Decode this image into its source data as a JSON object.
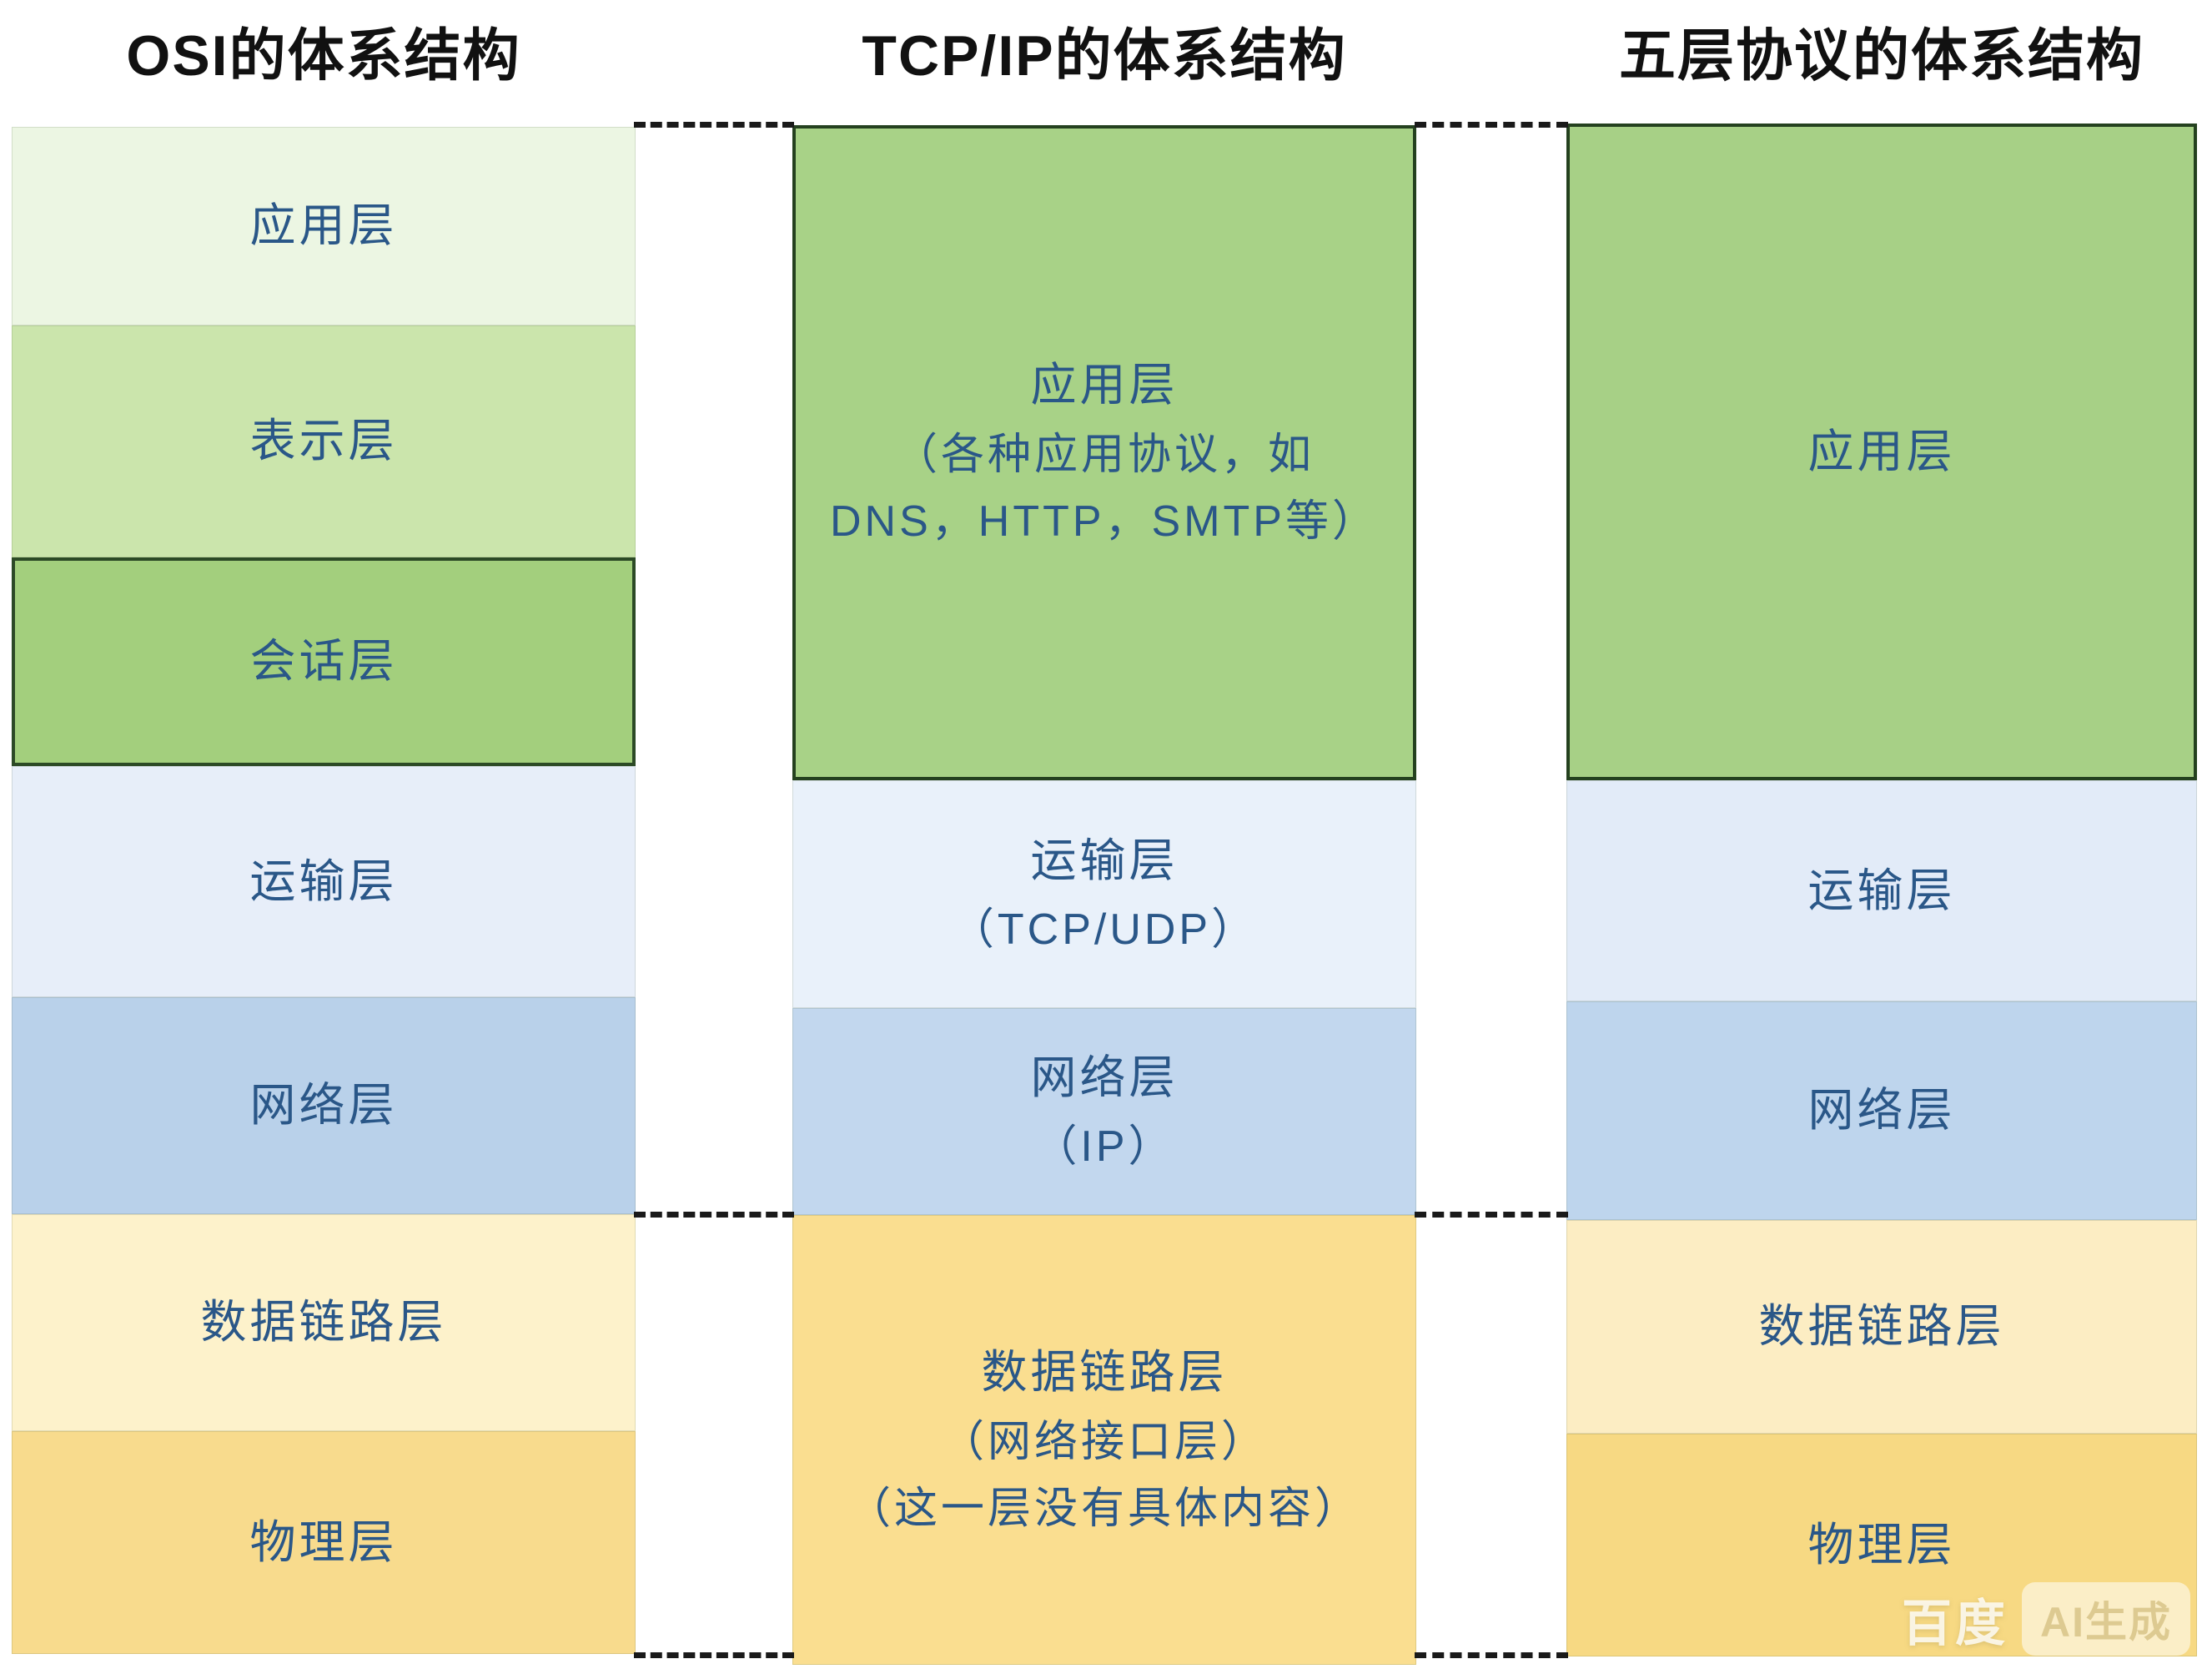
{
  "titles": {
    "osi": "OSI的体系结构",
    "tcpip": "TCP/IP的体系结构",
    "five_layer": "五层协议的体系结构"
  },
  "columns": {
    "osi": {
      "layers": [
        {
          "label": "应用层",
          "bg": "#ecf6e3"
        },
        {
          "label": "表示层",
          "bg": "#cbe5ac"
        },
        {
          "label": "会话层",
          "bg": "#a3cf7d"
        },
        {
          "label": "运输层",
          "bg": "#e7eef9"
        },
        {
          "label": "网络层",
          "bg": "#b9d1ea"
        },
        {
          "label": "数据链路层",
          "bg": "#fdf2cb"
        },
        {
          "label": "物理层",
          "bg": "#f8db8d"
        }
      ]
    },
    "tcpip": {
      "layers": [
        {
          "lines": [
            "应用层",
            "（各种应用协议，如",
            "DNS，HTTP，SMTP等）"
          ],
          "bg": "#a8d287"
        },
        {
          "lines": [
            "运输层",
            "（TCP/UDP）"
          ],
          "bg": "#e9f1fa"
        },
        {
          "lines": [
            "网络层",
            "（IP）"
          ],
          "bg": "#c2d7ee"
        },
        {
          "lines": [
            "数据链路层",
            "（网络接口层）",
            "（这一层没有具体内容）"
          ],
          "bg": "#fade90"
        }
      ]
    },
    "five_layer": {
      "layers": [
        {
          "label": "应用层",
          "bg": "#a7d086"
        },
        {
          "label": "运输层",
          "bg": "#e2ebf8"
        },
        {
          "label": "网络层",
          "bg": "#bed5ed"
        },
        {
          "label": "数据链路层",
          "bg": "#fcedc3"
        },
        {
          "label": "物理层",
          "bg": "#f7d983"
        }
      ]
    }
  },
  "watermark": {
    "brand": "百度",
    "badge": "AI生成"
  },
  "colors": {
    "label_text": "#2a5788",
    "title_text": "#111111",
    "dash_line": "#1a1a1a",
    "green_box_border": "#24411f"
  }
}
